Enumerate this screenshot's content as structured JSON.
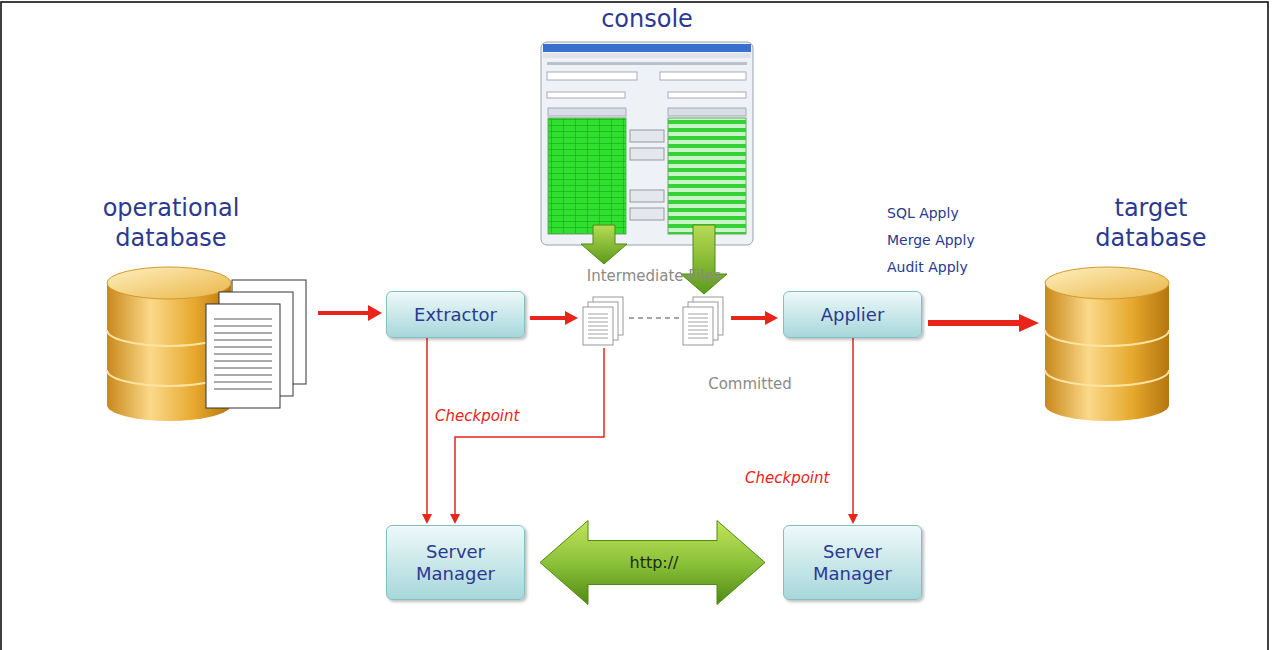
{
  "diagram": {
    "nodes": [
      {
        "text": [
          "console"
        ]
      },
      {
        "text": [
          "operational database"
        ]
      },
      {
        "text": [
          "Extractor"
        ]
      },
      {
        "text": [
          "Intermediate Files"
        ]
      },
      {
        "text": [
          "Committed"
        ]
      },
      {
        "text": [
          "Applier"
        ]
      },
      {
        "text": [
          "target database"
        ]
      },
      {
        "text": [
          "Server Manager"
        ]
      },
      {
        "text": [
          "Server Manager"
        ]
      }
    ],
    "edges": [
      {
        "from": 0,
        "to": 3,
        "arrow": "to"
      },
      {
        "from": 0,
        "to": 4,
        "arrow": "to"
      },
      {
        "from": 1,
        "to": 2,
        "arrow": "to"
      },
      {
        "from": 2,
        "to": 3,
        "arrow": "to"
      },
      {
        "from": 3,
        "to": 4,
        "arrow": "none"
      },
      {
        "from": 4,
        "to": 5,
        "arrow": "to"
      },
      {
        "from": 5,
        "to": 6,
        "arrow": "to"
      },
      {
        "from": 2,
        "to": 7,
        "arrow": "to",
        "label": "Checkpoint"
      },
      {
        "from": 3,
        "to": 7,
        "arrow": "to"
      },
      {
        "from": 5,
        "to": 8,
        "arrow": "to",
        "label": "Checkpoint"
      },
      {
        "from": 7,
        "to": 8,
        "arrow": "both",
        "label": "http://"
      }
    ],
    "labels": [
      "SQL Apply",
      "Merge Apply",
      "Audit Apply"
    ]
  }
}
